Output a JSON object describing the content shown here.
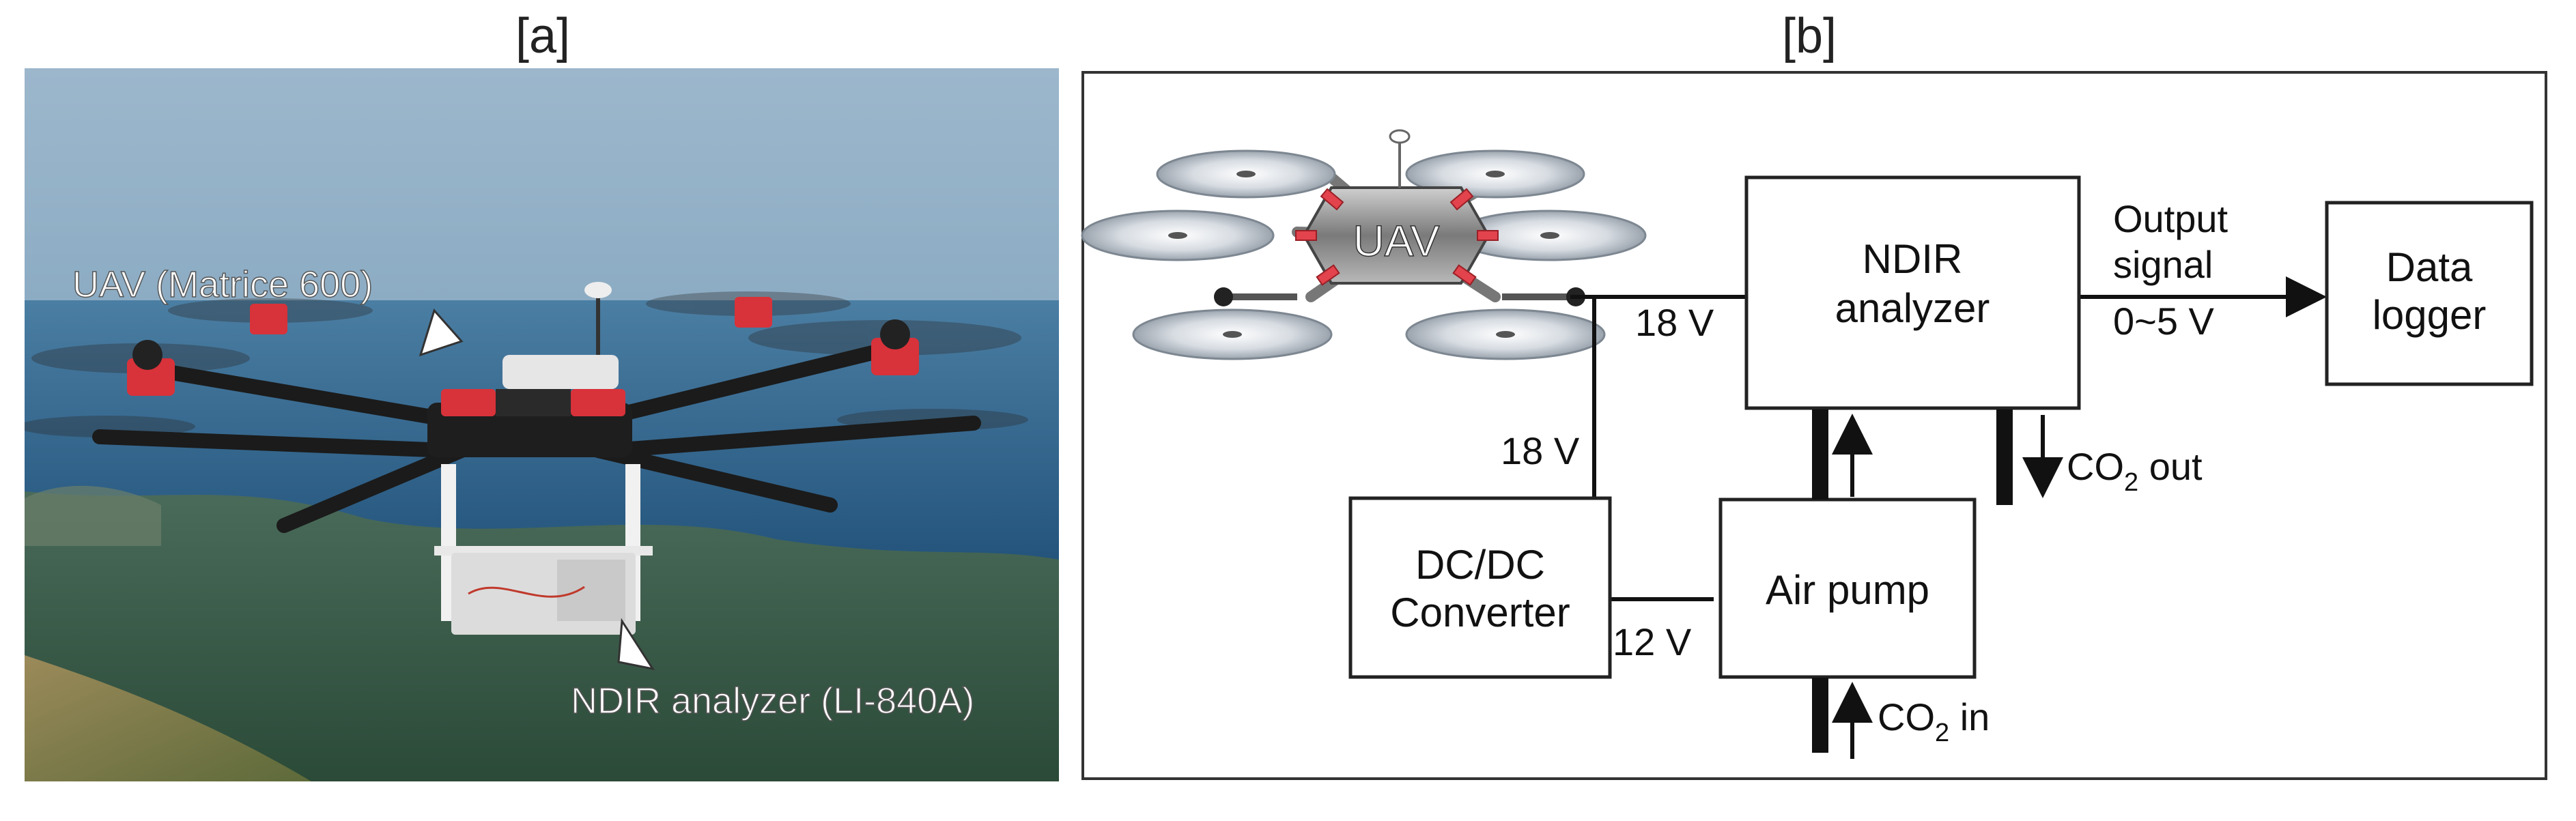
{
  "panel_a": {
    "label": "[a]",
    "uav_caption": "UAV (Matrice 600)",
    "analyzer_caption": "NDIR analyzer (LI-840A)"
  },
  "panel_b": {
    "label": "[b]",
    "uav_label": "UAV",
    "ndir_line1": "NDIR",
    "ndir_line2": "analyzer",
    "logger_line1": "Data",
    "logger_line2": "logger",
    "dcdc_line1": "DC/DC",
    "dcdc_line2": "Converter",
    "pump_label": "Air pump",
    "voltage_uav": "18 V",
    "voltage_converter_in": "18 V",
    "voltage_converter_out": "12 V",
    "output_line1": "Output",
    "output_line2": "signal",
    "output_line3": "0~5 V",
    "co2_out_main": "CO",
    "co2_out_sub": "2",
    "co2_out_suffix": " out",
    "co2_in_main": "CO",
    "co2_in_sub": "2",
    "co2_in_suffix": " in"
  },
  "colors": {
    "sky": "#8fb0c8",
    "sea": "#2f5e86",
    "forest": "#3a5a4a",
    "drone_red": "#d8323a",
    "line": "#111111",
    "box_border": "#222222"
  }
}
